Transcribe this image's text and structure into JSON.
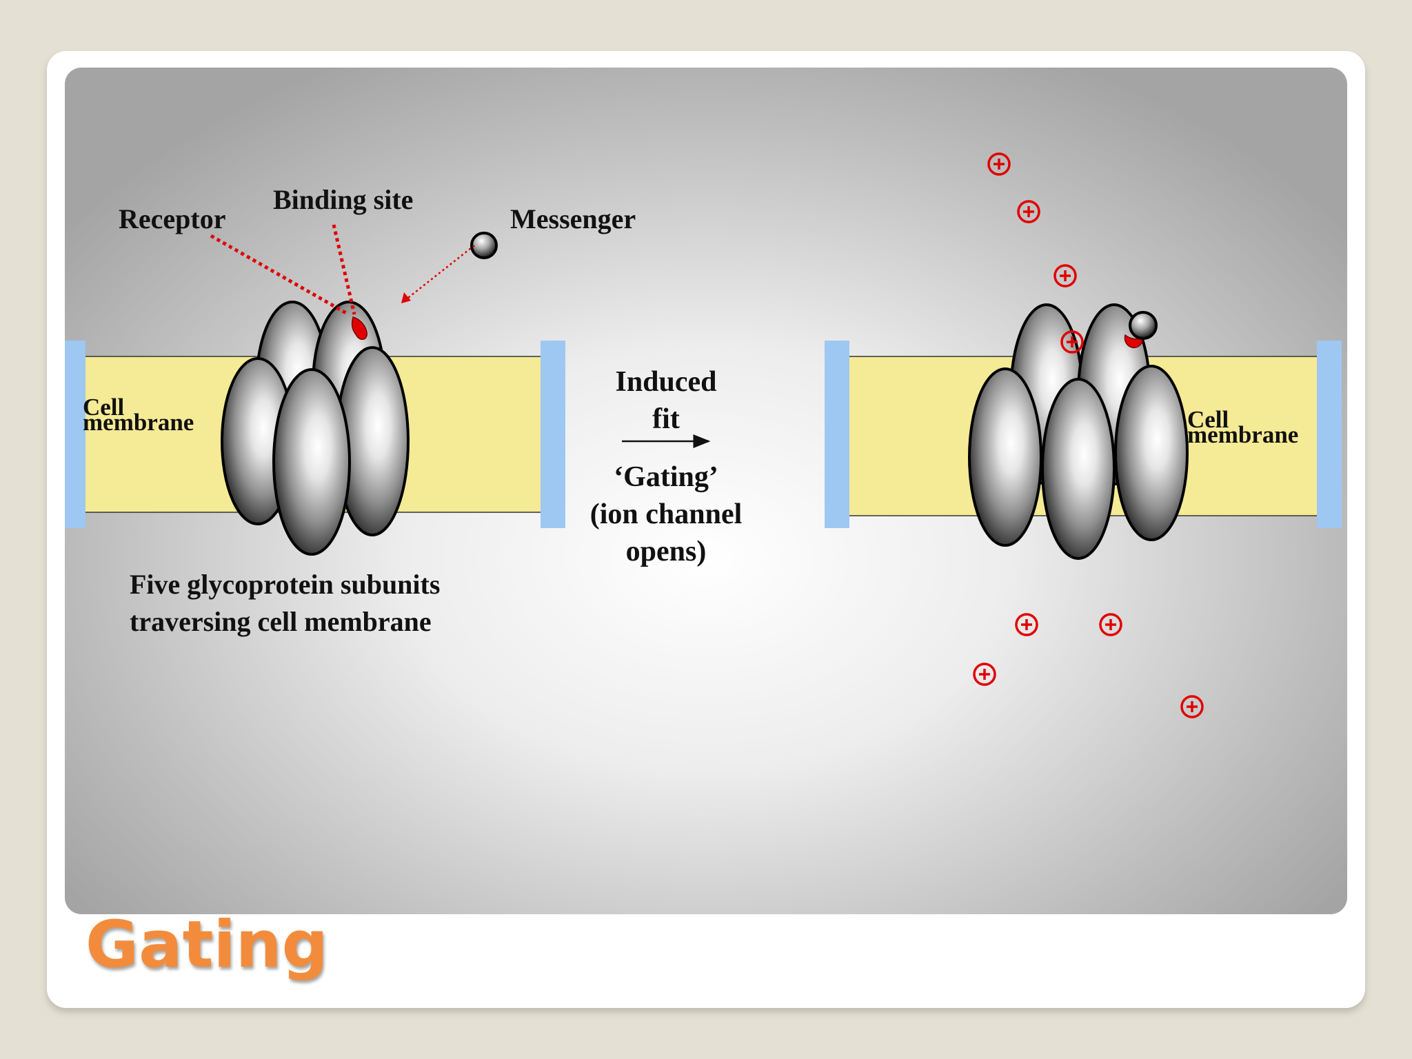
{
  "slide": {
    "title": "Gating"
  },
  "labels": {
    "receptor": "Receptor",
    "binding_site": "Binding site",
    "messenger": "Messenger",
    "membrane_left_line1": "Cell",
    "membrane_left_line2": "membrane",
    "membrane_right_line1": "Cell",
    "membrane_right_line2": "membrane",
    "induced": "Induced",
    "fit": "fit",
    "gating_quote": "‘Gating’",
    "ion_channel": "(ion channel",
    "opens": "opens)",
    "caption_line1": "Five glycoprotein subunits",
    "caption_line2": "traversing cell membrane"
  },
  "colors": {
    "membrane_fill": "#f5ea95",
    "membrane_edge": "#9ec8f2",
    "ion_red": "#e00000",
    "title_orange": "#f28c3c"
  },
  "icons": {
    "ion": "plus-circle-icon",
    "messenger": "sphere-icon"
  }
}
